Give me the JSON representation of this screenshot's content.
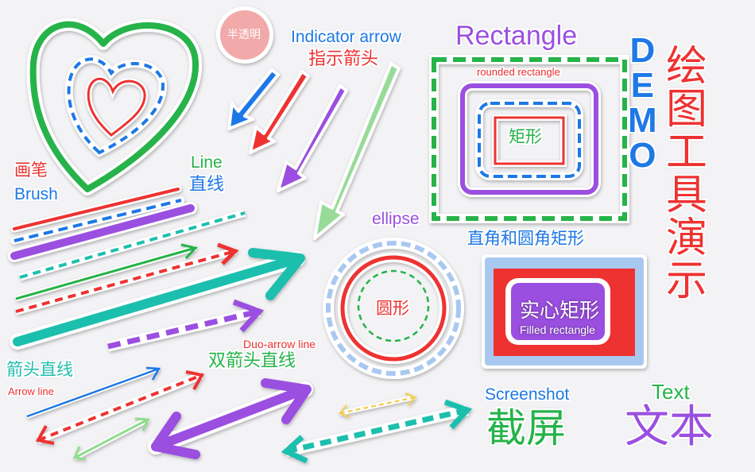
{
  "colors": {
    "green": "#25b34a",
    "blue": "#1e78e6",
    "red": "#ee3232",
    "purple": "#9b4fe0",
    "teal": "#1fbfae",
    "light_green": "#8fdc8f",
    "light_blue": "#a9c8f0",
    "pink": "#ee8c8c",
    "yellow": "#f3cf5a"
  },
  "labels": {
    "semi_transparent": "半透明",
    "indicator_arrow_en": "Indicator arrow",
    "indicator_arrow_cn": "指示箭头",
    "rectangle_en": "Rectangle",
    "rounded_rectangle_en": "rounded rectangle",
    "rectangle_cn": "矩形",
    "rect_and_rounded_cn": "直角和圆角矩形",
    "brush_cn": "画笔",
    "brush_en": "Brush",
    "line_en": "Line",
    "line_cn": "直线",
    "ellipse_en": "ellipse",
    "circle_cn": "圆形",
    "filled_rect_cn": "实心矩形",
    "filled_rect_en": "Filled rectangle",
    "arrow_line_cn": "箭头直线",
    "arrow_line_en": "Arrow line",
    "duo_arrow_line_en": "Duo-arrow line",
    "duo_arrow_line_cn": "双箭头直线",
    "screenshot_en": "Screenshot",
    "screenshot_cn": "截屏",
    "text_en": "Text",
    "text_cn": "文本",
    "demo": [
      "D",
      "E",
      "M",
      "O"
    ],
    "drawing_tool_demo": [
      "绘",
      "图",
      "工",
      "具",
      "演",
      "示"
    ]
  }
}
